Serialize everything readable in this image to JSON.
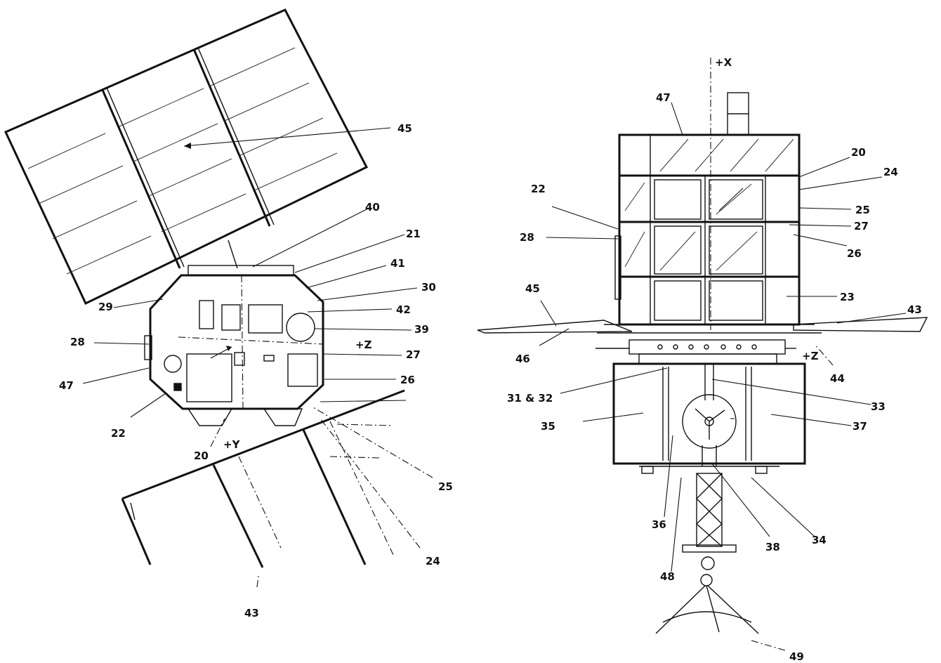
{
  "labels": {
    "l20": "20",
    "l21": "21",
    "l22": "22",
    "l23": "23",
    "l24": "24",
    "l25": "25",
    "l26": "26",
    "l27": "27",
    "l28": "28",
    "l29": "29",
    "l30": "30",
    "l31_32": "31 & 32",
    "l33": "33",
    "l34": "34",
    "l35": "35",
    "l36": "36",
    "l37": "37",
    "l38": "38",
    "l39": "39",
    "l40": "40",
    "l41": "41",
    "l42": "42",
    "l43": "43",
    "l44": "44",
    "l45": "45",
    "l46": "46",
    "l47": "47",
    "l48": "48",
    "l49": "49"
  },
  "axes": {
    "plus_x": "+X",
    "plus_y": "+Y",
    "plus_z": "+Z"
  }
}
